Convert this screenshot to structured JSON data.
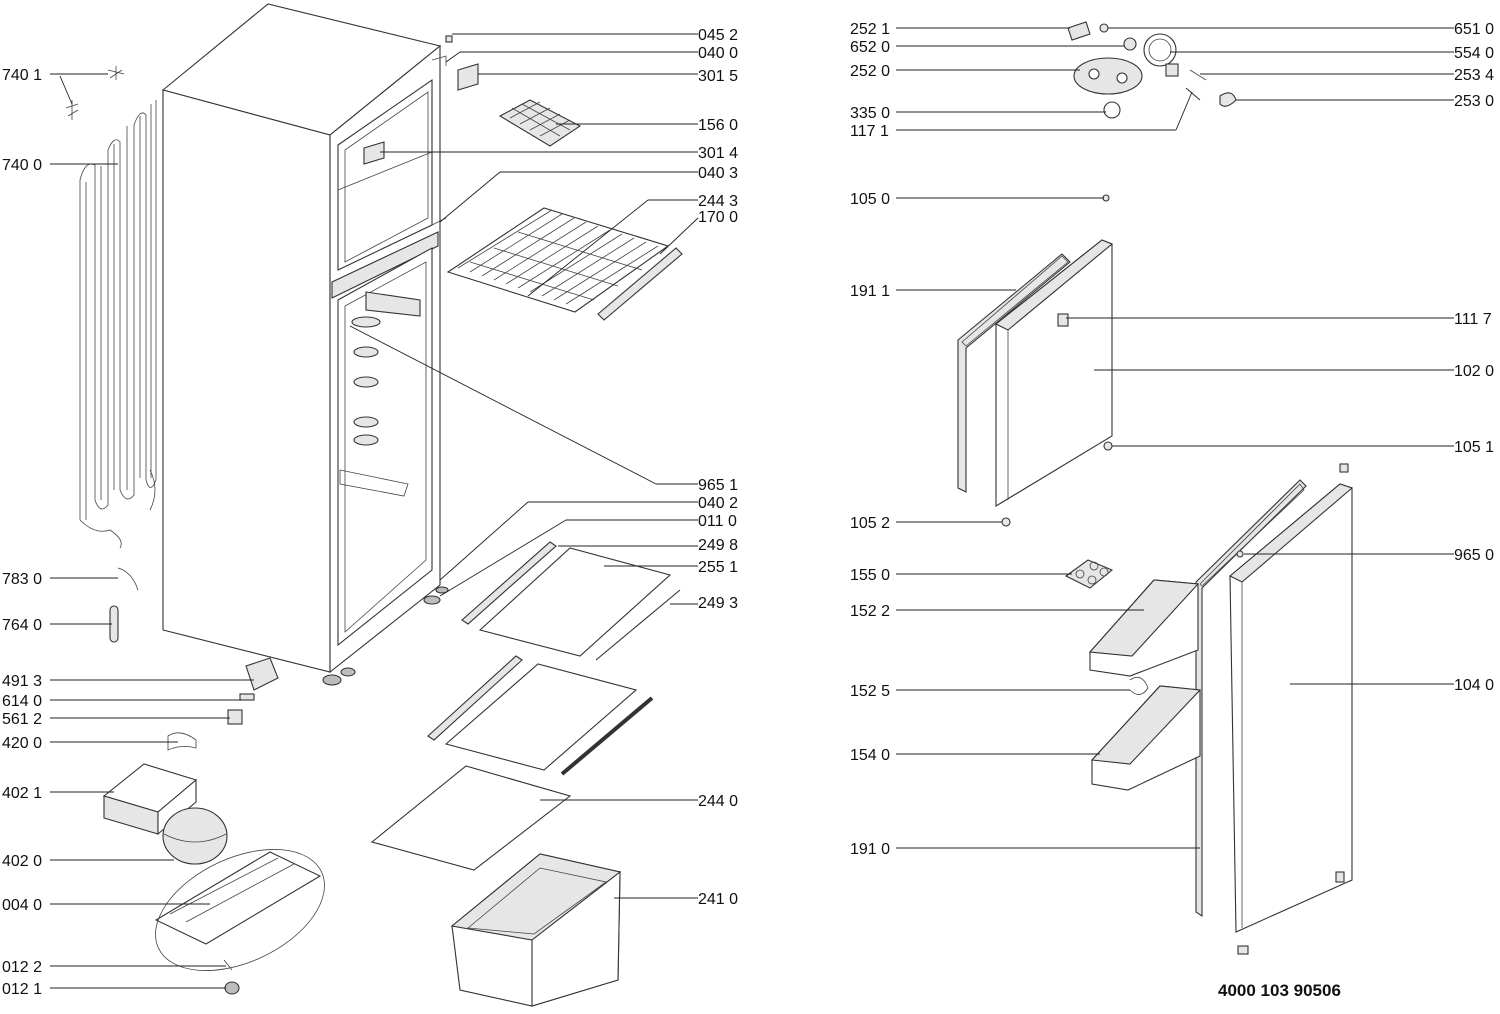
{
  "diagram": {
    "figure_number": "4000 103 90506",
    "labels": [
      {
        "id": "l-7401",
        "text": "740 1"
      },
      {
        "id": "l-7400",
        "text": "740 0"
      },
      {
        "id": "l-7830",
        "text": "783 0"
      },
      {
        "id": "l-7640",
        "text": "764 0"
      },
      {
        "id": "l-4913",
        "text": "491 3"
      },
      {
        "id": "l-6140",
        "text": "614 0"
      },
      {
        "id": "l-5612",
        "text": "561 2"
      },
      {
        "id": "l-4200",
        "text": "420 0"
      },
      {
        "id": "l-4021",
        "text": "402 1"
      },
      {
        "id": "l-4020",
        "text": "402 0"
      },
      {
        "id": "l-0040",
        "text": "004 0"
      },
      {
        "id": "l-0122",
        "text": "012 2"
      },
      {
        "id": "l-0121",
        "text": "012 1"
      },
      {
        "id": "l-0452",
        "text": "045 2"
      },
      {
        "id": "l-0400",
        "text": "040 0"
      },
      {
        "id": "l-3015",
        "text": "301 5"
      },
      {
        "id": "l-1560",
        "text": "156 0"
      },
      {
        "id": "l-3014",
        "text": "301 4"
      },
      {
        "id": "l-0403",
        "text": "040 3"
      },
      {
        "id": "l-2443",
        "text": "244 3"
      },
      {
        "id": "l-1700",
        "text": "170 0"
      },
      {
        "id": "l-9651",
        "text": "965 1"
      },
      {
        "id": "l-0402",
        "text": "040 2"
      },
      {
        "id": "l-0110",
        "text": "011 0"
      },
      {
        "id": "l-2498",
        "text": "249 8"
      },
      {
        "id": "l-2551",
        "text": "255 1"
      },
      {
        "id": "l-2493",
        "text": "249 3"
      },
      {
        "id": "l-2440",
        "text": "244 0"
      },
      {
        "id": "l-2410",
        "text": "241 0"
      },
      {
        "id": "l-2521",
        "text": "252 1"
      },
      {
        "id": "l-6520",
        "text": "652 0"
      },
      {
        "id": "l-2520",
        "text": "252 0"
      },
      {
        "id": "l-3350",
        "text": "335 0"
      },
      {
        "id": "l-1171",
        "text": "117 1"
      },
      {
        "id": "l-1050",
        "text": "105 0"
      },
      {
        "id": "l-1911",
        "text": "191 1"
      },
      {
        "id": "l-1052",
        "text": "105 2"
      },
      {
        "id": "l-1550",
        "text": "155 0"
      },
      {
        "id": "l-1522",
        "text": "152 2"
      },
      {
        "id": "l-1525",
        "text": "152 5"
      },
      {
        "id": "l-1540",
        "text": "154 0"
      },
      {
        "id": "l-1910",
        "text": "191 0"
      },
      {
        "id": "l-6510",
        "text": "651 0"
      },
      {
        "id": "l-5540",
        "text": "554 0"
      },
      {
        "id": "l-2534",
        "text": "253 4"
      },
      {
        "id": "l-2530",
        "text": "253 0"
      },
      {
        "id": "l-1117",
        "text": "111 7"
      },
      {
        "id": "l-1020",
        "text": "102 0"
      },
      {
        "id": "l-1051",
        "text": "105 1"
      },
      {
        "id": "l-9650",
        "text": "965 0"
      },
      {
        "id": "l-1040",
        "text": "104 0"
      }
    ]
  }
}
